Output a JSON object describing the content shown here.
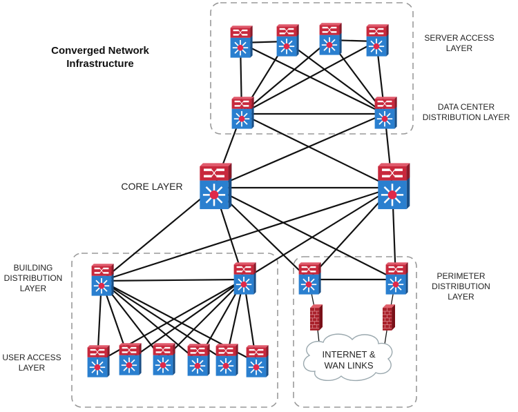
{
  "title": "Converged Network\nInfrastructure",
  "labels": {
    "server_access": "SERVER ACCESS\nLAYER",
    "dc_distribution": "DATA CENTER\nDISTRIBUTION LAYER",
    "core": "CORE LAYER",
    "building_distribution": "BUILDING\nDISTRIBUTION\nLAYER",
    "user_access": "USER ACCESS\nLAYER",
    "perimeter_distribution": "PERIMETER\nDISTRIBUTION\nLAYER",
    "cloud": "INTERNET &\nWAN LINKS"
  },
  "colors": {
    "switch_top": "#c8283c",
    "switch_body": "#2a7fcf",
    "switch_dot": "#e0294a",
    "firewall": "#a8202a",
    "link": "#111111",
    "group_border": "#999999",
    "cloud_border": "#9aa8ae"
  },
  "groups": [
    {
      "id": "datacenter-group"
    },
    {
      "id": "building-group"
    },
    {
      "id": "perimeter-group"
    }
  ],
  "nodes": [
    {
      "id": "sa1",
      "type": "switch",
      "layer": "server-access"
    },
    {
      "id": "sa2",
      "type": "switch",
      "layer": "server-access"
    },
    {
      "id": "sa3",
      "type": "switch",
      "layer": "server-access"
    },
    {
      "id": "sa4",
      "type": "switch",
      "layer": "server-access"
    },
    {
      "id": "dc1",
      "type": "switch",
      "layer": "dc-distribution"
    },
    {
      "id": "dc2",
      "type": "switch",
      "layer": "dc-distribution"
    },
    {
      "id": "core1",
      "type": "switch",
      "layer": "core"
    },
    {
      "id": "core2",
      "type": "switch",
      "layer": "core"
    },
    {
      "id": "bd1",
      "type": "switch",
      "layer": "building-distribution"
    },
    {
      "id": "bd2",
      "type": "switch",
      "layer": "building-distribution"
    },
    {
      "id": "pd1",
      "type": "switch",
      "layer": "perimeter-distribution"
    },
    {
      "id": "pd2",
      "type": "switch",
      "layer": "perimeter-distribution"
    },
    {
      "id": "ua1",
      "type": "switch",
      "layer": "user-access"
    },
    {
      "id": "ua2",
      "type": "switch",
      "layer": "user-access"
    },
    {
      "id": "ua3",
      "type": "switch",
      "layer": "user-access"
    },
    {
      "id": "ua4",
      "type": "switch",
      "layer": "user-access"
    },
    {
      "id": "ua5",
      "type": "switch",
      "layer": "user-access"
    },
    {
      "id": "ua6",
      "type": "switch",
      "layer": "user-access"
    },
    {
      "id": "fw1",
      "type": "firewall",
      "layer": "perimeter"
    },
    {
      "id": "fw2",
      "type": "firewall",
      "layer": "perimeter"
    },
    {
      "id": "cloud",
      "type": "cloud",
      "layer": "internet"
    }
  ],
  "links": [
    [
      "sa1",
      "sa2"
    ],
    [
      "sa3",
      "sa4"
    ],
    [
      "sa1",
      "dc1"
    ],
    [
      "sa1",
      "dc2"
    ],
    [
      "sa2",
      "dc1"
    ],
    [
      "sa2",
      "dc2"
    ],
    [
      "sa3",
      "dc1"
    ],
    [
      "sa3",
      "dc2"
    ],
    [
      "sa4",
      "dc1"
    ],
    [
      "sa4",
      "dc2"
    ],
    [
      "dc1",
      "dc2"
    ],
    [
      "dc1",
      "core1"
    ],
    [
      "dc1",
      "core2"
    ],
    [
      "dc2",
      "core1"
    ],
    [
      "dc2",
      "core2"
    ],
    [
      "core1",
      "core2"
    ],
    [
      "core1",
      "bd1"
    ],
    [
      "core1",
      "bd2"
    ],
    [
      "core1",
      "pd1"
    ],
    [
      "core1",
      "pd2"
    ],
    [
      "core2",
      "bd1"
    ],
    [
      "core2",
      "bd2"
    ],
    [
      "core2",
      "pd1"
    ],
    [
      "core2",
      "pd2"
    ],
    [
      "bd1",
      "bd2"
    ],
    [
      "pd1",
      "pd2"
    ],
    [
      "bd1",
      "ua1"
    ],
    [
      "bd1",
      "ua2"
    ],
    [
      "bd1",
      "ua3"
    ],
    [
      "bd1",
      "ua4"
    ],
    [
      "bd1",
      "ua5"
    ],
    [
      "bd1",
      "ua6"
    ],
    [
      "bd2",
      "ua1"
    ],
    [
      "bd2",
      "ua2"
    ],
    [
      "bd2",
      "ua3"
    ],
    [
      "bd2",
      "ua4"
    ],
    [
      "bd2",
      "ua5"
    ],
    [
      "bd2",
      "ua6"
    ],
    [
      "pd1",
      "fw1"
    ],
    [
      "pd2",
      "fw2"
    ],
    [
      "fw1",
      "cloud"
    ],
    [
      "fw2",
      "cloud"
    ]
  ]
}
